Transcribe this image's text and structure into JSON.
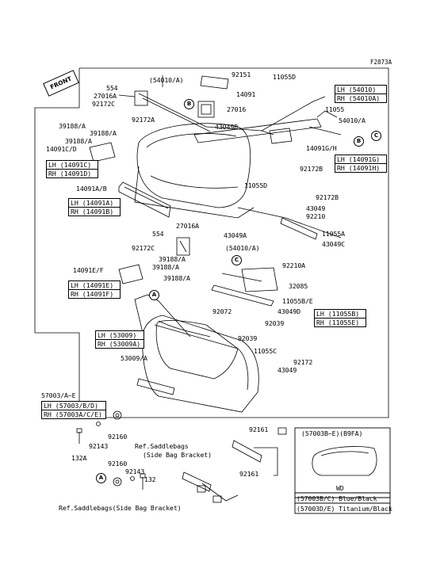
{
  "figure_code": "F2873A",
  "front_label": "FRONT",
  "callouts": {
    "554_top": "554",
    "27016A_top": "27016A",
    "92172C_top": "92172C",
    "54010A_top": "(54010/A)",
    "92151": "92151",
    "14091": "14091",
    "27016": "27016",
    "92172A": "92172A",
    "43049B": "43049B",
    "11055D_top": "11055D",
    "11055": "11055",
    "54010A_right": "54010/A",
    "14091GH": "14091G/H",
    "92172B_mid": "92172B",
    "11055D_mid": "11055D",
    "39188A_1": "39188/A",
    "39188A_2": "39188/A",
    "39188A_3": "39188/A",
    "14091CD": "14091C/D",
    "14091AB": "14091A/B",
    "92172B_right": "92172B",
    "43049_r1": "43049",
    "92210": "92210",
    "11055A": "11055A",
    "43049C": "43049C",
    "43049A": "43049A",
    "27016A_mid": "27016A",
    "554_mid": "554",
    "92172C_mid": "92172C",
    "54010A_mid": "(54010/A)",
    "39188A_4": "39188/A",
    "39188A_5": "39188/A",
    "39188A_6": "39188/A",
    "14091EF": "14091E/F",
    "92210A": "92210A",
    "32085": "32085",
    "11055BE": "11055B/E",
    "43049D": "43049D",
    "92072": "92072",
    "92039_1": "92039",
    "92039_2": "92039",
    "11055C": "11055C",
    "92172": "92172",
    "43049_r2": "43049",
    "53009A": "53009/A",
    "57003AE": "57003/A~E",
    "92160_1": "92160",
    "92143_1": "92143",
    "132A": "132A",
    "92161_1": "92161",
    "92160_2": "92160",
    "92143_2": "92143",
    "132": "132",
    "92161_2": "92161",
    "ref1_line1": "Ref.Saddlebags",
    "ref1_line2": "(Side Bag Bracket)",
    "ref2": "Ref.Saddlebags(Side Bag Bracket)"
  },
  "lr_boxes": {
    "54010": [
      "LH (54010)",
      "RH (54010A)"
    ],
    "14091C": [
      "LH (14091C)",
      "RH (14091D)"
    ],
    "14091G": [
      "LH (14091G)",
      "RH (14091H)"
    ],
    "14091A": [
      "LH (14091A)",
      "RH (14091B)"
    ],
    "14091E": [
      "LH (14091E)",
      "RH (14091F)"
    ],
    "11055B": [
      "LH (11055B)",
      "RH (11055E)"
    ],
    "53009": [
      "LH (53009)",
      "RH (53009A)"
    ],
    "57003": [
      "LH (57003/B/D)",
      "RH (57003A/C/E)"
    ]
  },
  "circle_refs": {
    "A": "A",
    "B": "B",
    "C": "C"
  },
  "variant_box": {
    "title": "(57003B~E)(B9FA)",
    "tag": "WD",
    "rows": [
      "(57003B/C) Blue/Black",
      "(57003D/E) Titanium/Black"
    ]
  }
}
